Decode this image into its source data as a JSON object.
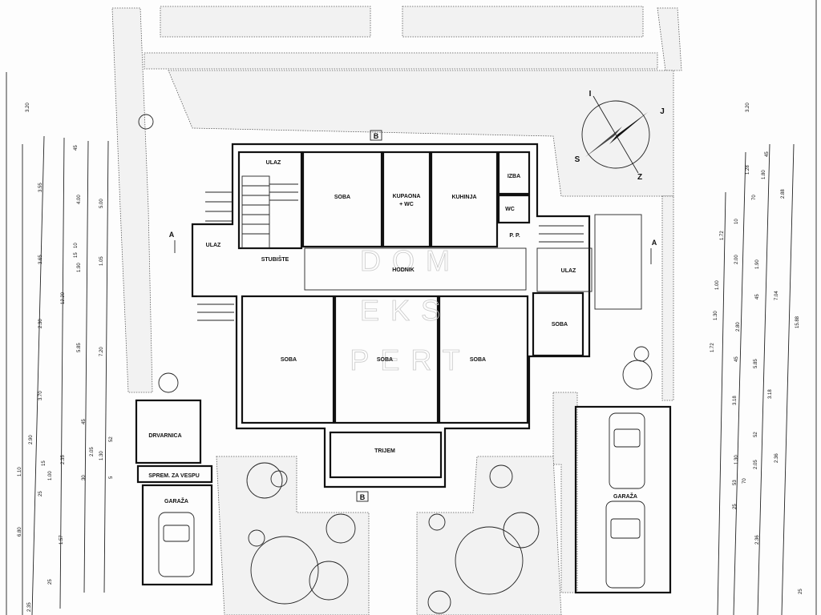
{
  "rooms": {
    "ulaz_top": "ULAZ",
    "soba_top": "SOBA",
    "kupaona": "KUPAONA",
    "kupaona_wc": "+ WC",
    "kuhinja": "KUHINJA",
    "izba": "IZBA",
    "wc": "WC",
    "pp": "P. P.",
    "ulaz_left": "ULAZ",
    "stubiste": "STUBIŠTE",
    "hodnik": "HODNIK",
    "ulaz_right": "ULAZ",
    "soba_left": "SOBA",
    "soba_center": "SOBA",
    "soba_right": "SOBA",
    "soba_small": "SOBA",
    "drvarnica": "DRVARNICA",
    "sprem": "SPREM. ZA VESPU",
    "garaza_left": "GARAŽA",
    "trijem": "TRIJEM",
    "garaza_right": "GARAŽA"
  },
  "section_marks": {
    "a_left": "A",
    "a_right": "A",
    "b_top": "B",
    "b_bottom": "B"
  },
  "compass": {
    "i": "I",
    "j": "J",
    "s": "S",
    "z": "Z"
  },
  "watermark": {
    "line1": "DOM",
    "line2": "EKS",
    "line3": "PERT"
  },
  "dims_left": {
    "d1": "3.20",
    "d2": "3.55",
    "d3": "3.65",
    "d4": "2.30",
    "d5": "3.70",
    "d6": "12.20",
    "d7": "2.90",
    "d8": "1.10",
    "d9": "6.80",
    "d10": "2.35",
    "d11": "45",
    "d12": "4.00",
    "d13": "5.00",
    "d14": "10",
    "d15": "15",
    "d16": "1.90",
    "d17": "1.05",
    "d18": "5.85",
    "d19": "7.20",
    "d20": "45",
    "d21": "2.05",
    "d22": "2.35",
    "d23": "1.30",
    "d24": "52",
    "d25": "15",
    "d26": "1.00",
    "d27": "25",
    "d28": "30",
    "d29": "5",
    "d30": "1.57",
    "d31": "25"
  },
  "dims_right": {
    "r1": "3.20",
    "r2": "2.88",
    "r3": "7.04",
    "r4": "15.88",
    "r5": "3.18",
    "r6": "2.36",
    "r7": "1.72",
    "r8": "1.30",
    "r9": "1.00",
    "r10": "2.80",
    "r11": "1.72",
    "r12": "3.18",
    "r13": "53",
    "r14": "1.30",
    "r15": "25",
    "r16": "25",
    "r17": "45",
    "r18": "1.28",
    "r19": "1.80",
    "r20": "70",
    "r21": "10",
    "r22": "2.00",
    "r23": "1.90",
    "r24": "5.85",
    "r25": "45",
    "r26": "2.05",
    "r27": "2.36",
    "r28": "70",
    "r29": "45",
    "r30": "52"
  }
}
